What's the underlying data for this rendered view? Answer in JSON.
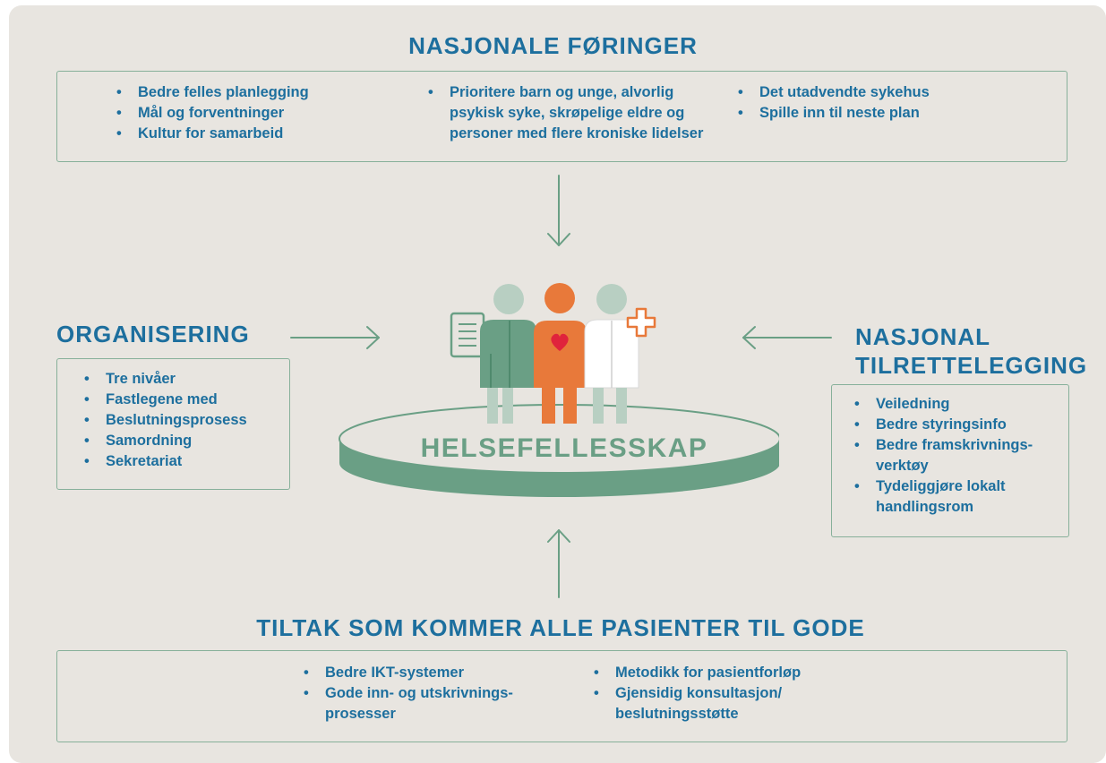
{
  "colors": {
    "background": "#e8e5e0",
    "text_blue": "#1d6f9e",
    "frame_green": "#87b09a",
    "platform_dark": "#6a9f85",
    "person_green": "#6a9f85",
    "person_orange": "#e8793a",
    "heart_red": "#e0233c",
    "person_white": "#ffffff"
  },
  "top": {
    "title": "NASJONALE FØRINGER",
    "col1": [
      "Bedre felles planlegging",
      "Mål og forventninger",
      "Kultur for samarbeid"
    ],
    "col2": [
      "Prioritere barn og unge, alvorlig psykisk syke, skrøpelige eldre og personer med flere kroniske lidelser"
    ],
    "col3": [
      "Det utadvendte sykehus",
      "Spille inn til neste plan"
    ]
  },
  "left": {
    "title": "ORGANISERING",
    "items": [
      "Tre nivåer",
      "Fastlegene med",
      "Beslutningsprosess",
      "Samordning",
      "Sekretariat"
    ]
  },
  "right": {
    "title_line1": "NASJONAL",
    "title_line2": "TILRETTELEGGING",
    "items": [
      "Veiledning",
      "Bedre styringsinfo",
      "Bedre framskrivnings-verktøy",
      "Tydeliggjøre lokalt handlingsrom"
    ]
  },
  "bottom": {
    "title": "TILTAK SOM KOMMER ALLE PASIENTER TIL GODE",
    "col1": [
      "Bedre IKT-systemer",
      "Gode inn- og utskrivnings-prosesser"
    ],
    "col2": [
      "Metodikk for pasientforløp",
      "Gjensidig konsultasjon/ beslutningsstøtte"
    ]
  },
  "center": {
    "label": "HELSEFELLESSKAP",
    "icons": [
      "document-icon",
      "person-green-icon",
      "person-orange-icon",
      "heart-icon",
      "person-white-icon",
      "medical-cross-icon"
    ]
  }
}
